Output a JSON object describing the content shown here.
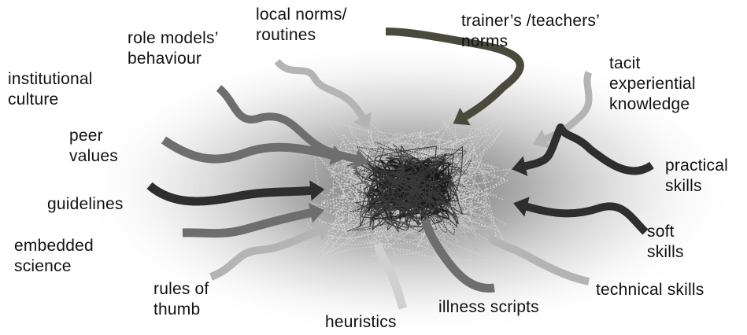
{
  "labels": {
    "local_norms": "local norms/\nroutines",
    "trainers_norms": "trainer’s /teachers’\nnorms",
    "role_models": "role models’\nbehaviour",
    "institutional_culture": "institutional\nculture",
    "tacit_knowledge": "tacit\nexperiential\nknowledge",
    "peer_values": "peer\nvalues",
    "practical_skills": "practical\nskills",
    "guidelines": "guidelines",
    "embedded_science": "embedded\nscience",
    "soft_skills": "soft\nskills",
    "rules_of_thumb": "rules of\nthumb",
    "technical_skills": "technical skills",
    "illness_scripts": "illness scripts",
    "heuristics": "heuristics"
  },
  "colors": {
    "label_text": "#111111",
    "background": "#ffffff",
    "cloud_center": "#5a5a5a",
    "arrow_dark": "#2e2e2e",
    "arrow_mid": "#6e6e6e",
    "arrow_light": "#b4b4b4",
    "arrow_olive": "#4a4a3c"
  }
}
